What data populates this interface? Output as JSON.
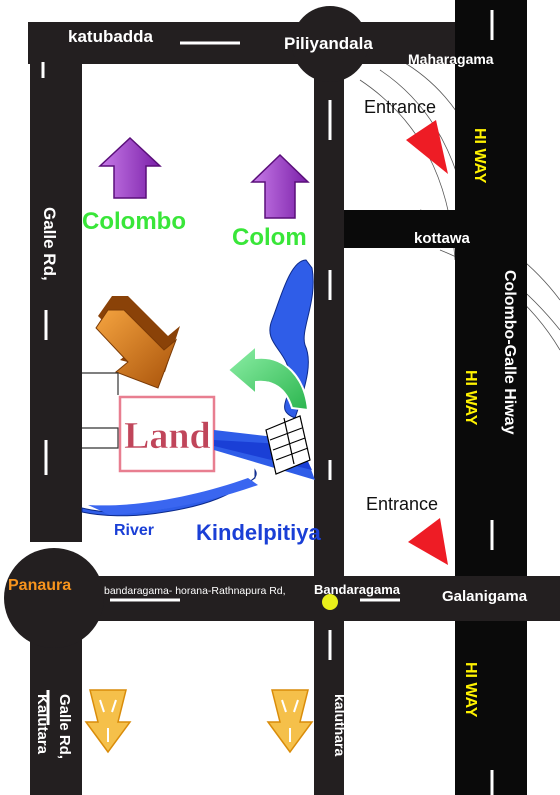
{
  "labels": {
    "katubadda": "katubadda",
    "piliyandala": "Piliyandala",
    "maharagama": "Maharagama",
    "entrance_top": "Entrance",
    "hiway_top": "HI WAY",
    "colombo_left": "Colombo",
    "colombo_center": "Colom",
    "kottawa": "kottawa",
    "galle_rd_top": "Galle Rd,",
    "colombo_galle_hiway": "Colombo-Galle Hiway",
    "hiway_middle": "HI WAY",
    "land": "Land",
    "entrance_bottom": "Entrance",
    "river": "River",
    "kindelpitiya": "Kindelpitiya",
    "panaura": "Panaura",
    "bandaragama_road": "bandaragama- horana-Rathnapura Rd,",
    "bandaragama": "Bandaragama",
    "galanigama": "Galanigama",
    "galle_rd_bottom": "Galle Rd,",
    "kalutara": "Kalutara",
    "kaluthara": "kaluthara",
    "hiway_bottom": "HI WAY"
  },
  "colors": {
    "road": "#231f20",
    "road_dark": "#0a0a0a",
    "road_line": "#ffffff",
    "colombo_label": "#39e639",
    "hiway_label": "#fff200",
    "river": "#2f5de8",
    "kindelpitiya": "#1a3fd6",
    "land": "#c0455a",
    "panaura": "#f7941d",
    "entrance_arrow": "#ee1c25",
    "direction_arrow": "#9b30c9",
    "orange_arrow": "#e07b12",
    "south_arrow": "#f5c04a",
    "marker": "#e8ef1a"
  },
  "icons": [
    "north-arrow-icon",
    "orange-arrow-icon",
    "green-curved-arrow-icon",
    "entrance-arrow-icon",
    "south-arrow-icon",
    "location-marker-icon",
    "bridge-icon"
  ]
}
